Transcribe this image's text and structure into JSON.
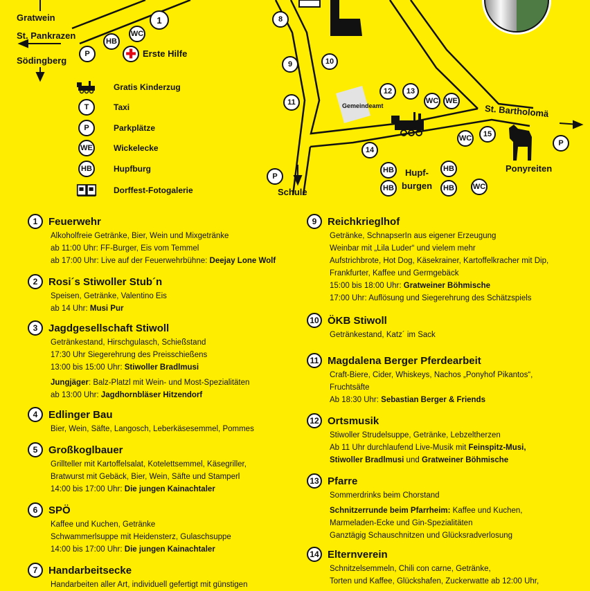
{
  "map": {
    "directions": {
      "gratwein": "Gratwein",
      "st_pankrazen": "St. Pankrazen",
      "soedingberg": "Södingberg",
      "st_bartholomae": "St. Bartholomä",
      "schule": "Schule"
    },
    "labels": {
      "erste_hilfe": "Erste Hilfe",
      "gemeindeamt": "Gemeindeamt",
      "hupfburgen_1": "Hupf-",
      "hupfburgen_2": "burgen",
      "ponyreiten": "Ponyreiten"
    },
    "pins": {
      "p1": "1",
      "p8": "8",
      "p9": "9",
      "p10": "10",
      "p11": "11",
      "p12": "12",
      "p13": "13",
      "p14": "14",
      "p15": "15",
      "wc": "WC",
      "we": "WE",
      "hb": "HB",
      "p": "P",
      "t": "T"
    },
    "logo_colors": {
      "left": "#c8c8c8",
      "right": "#4e7a43"
    }
  },
  "legend": [
    {
      "icon": "train-icon",
      "label": "Gratis Kinderzug"
    },
    {
      "icon": "taxi-icon",
      "symbol": "T",
      "label": "Taxi"
    },
    {
      "icon": "parking-icon",
      "symbol": "P",
      "label": "Parkplätze"
    },
    {
      "icon": "changing-room-icon",
      "symbol": "WE",
      "label": "Wickelecke"
    },
    {
      "icon": "bouncy-castle-icon",
      "symbol": "HB",
      "label": "Hupfburg"
    },
    {
      "icon": "photo-album-icon",
      "label": "Dorffest-Fotogalerie"
    }
  ],
  "entries_left": [
    {
      "num": "1",
      "title": "Feuerwehr",
      "lines": [
        {
          "t": "Alkoholfreie Getränke, Bier, Wein und Mixgetränke"
        },
        {
          "t": "ab 11:00 Uhr: FF-Burger, Eis vom Temmel"
        },
        {
          "t": "ab 17:00 Uhr: Live auf der Feuerwehrbühne: ",
          "b": "Deejay Lone Wolf"
        }
      ]
    },
    {
      "num": "2",
      "title": "Rosi´s Stiwoller Stub´n",
      "lines": [
        {
          "t": "Speisen, Getränke, Valentino Eis"
        },
        {
          "t": "ab 14 Uhr: ",
          "b": "Musi Pur"
        }
      ]
    },
    {
      "num": "3",
      "title": "Jagdgesellschaft Stiwoll",
      "lines": [
        {
          "t": "Getränkestand, Hirschgulasch, Schießstand"
        },
        {
          "t": "17:30 Uhr Siegerehrung des Preisschießens"
        },
        {
          "t": "13:00 bis 15:00 Uhr: ",
          "b": "Stiwoller Bradlmusi"
        },
        {
          "pre_b": "Jungjäger",
          "t": ": Balz-Platzl mit Wein- und Most-Spezialitäten"
        },
        {
          "t": "ab 13:00 Uhr: ",
          "b": "Jagdhornbläser Hitzendorf"
        }
      ]
    },
    {
      "num": "4",
      "title": "Edlinger Bau",
      "lines": [
        {
          "t": "Bier, Wein, Säfte, Langosch, Leberkäsesemmel, Pommes"
        }
      ]
    },
    {
      "num": "5",
      "title": "Großkoglbauer",
      "lines": [
        {
          "t": "Grillteller mit Kartoffelsalat, Kotelettsemmel, Käsegriller,"
        },
        {
          "t": "Bratwurst mit Gebäck, Bier, Wein, Säfte und Stamperl"
        },
        {
          "t": "14:00 bis 17:00 Uhr: ",
          "b": "Die jungen Kainachtaler"
        }
      ]
    },
    {
      "num": "6",
      "title": "SPÖ",
      "lines": [
        {
          "t": "Kaffee und Kuchen, Getränke"
        },
        {
          "t": "Schwammerlsuppe mit Heidensterz, Gulaschsuppe"
        },
        {
          "t": "14:00 bis 17:00 Uhr: ",
          "b": "Die jungen Kainachtaler"
        }
      ]
    },
    {
      "num": "7",
      "title": "Handarbeitsecke",
      "lines": [
        {
          "t": "Handarbeiten aller Art, individuell gefertigt mit günstigen"
        }
      ]
    }
  ],
  "entries_right": [
    {
      "num": "9",
      "title": "Reichkrieglhof",
      "lines": [
        {
          "t": "Getränke, SchnapserIn aus eigener Erzeugung"
        },
        {
          "t": "Weinbar mit „Lila Luder“ und vielem mehr"
        },
        {
          "t": "Aufstrichbrote, Hot Dog, Käsekrainer, Kartoffelkracher mit Dip,"
        },
        {
          "t": "Frankfurter, Kaffee und Germgebäck"
        },
        {
          "t": "15:00 bis 18:00 Uhr: ",
          "b": "Gratweiner Böhmische"
        },
        {
          "t": "17:00 Uhr: Auflösung und Siegerehrung des Schätzspiels"
        }
      ]
    },
    {
      "num": "10",
      "title": "ÖKB Stiwoll",
      "lines": [
        {
          "t": "Getränkestand, Katz´ im Sack"
        }
      ]
    },
    {
      "num": "11",
      "title": "Magdalena Berger Pferdearbeit",
      "lines": [
        {
          "t": "Craft-Biere, Cider, Whiskeys, Nachos „Ponyhof Pikantos“,"
        },
        {
          "t": "Fruchtsäfte"
        },
        {
          "t": "Ab 18:30 Uhr: ",
          "b": "Sebastian Berger & Friends"
        }
      ]
    },
    {
      "num": "12",
      "title": "Ortsmusik",
      "lines": [
        {
          "t": "Stiwoller Strudelsuppe, Getränke, Lebzeltherzen"
        },
        {
          "t": "Ab 11 Uhr durchlaufend Live-Musik mit ",
          "b": "Feinspitz-Musi,"
        },
        {
          "pre_b": "Stiwoller Bradlmusi",
          "t": " und ",
          "b": "Gratweiner Böhmische"
        }
      ]
    },
    {
      "num": "13",
      "title": "Pfarre",
      "lines": [
        {
          "t": "Sommerdrinks beim Chorstand"
        },
        {
          "pre_b": "Schnitzerrunde beim Pfarrheim:",
          "t": " Kaffee und Kuchen,"
        },
        {
          "t": "Marmeladen-Ecke und Gin-Spezialitäten"
        },
        {
          "t": "Ganztägig Schauschnitzen und Glücksradverlosung"
        }
      ]
    },
    {
      "num": "14",
      "title": "Elternverein",
      "lines": [
        {
          "t": "Schnitzelsemmeln, Chili con carne, Getränke,"
        },
        {
          "t": "Torten und Kaffee, Glückshafen, Zuckerwatte ab 12:00 Uhr,"
        }
      ]
    }
  ]
}
